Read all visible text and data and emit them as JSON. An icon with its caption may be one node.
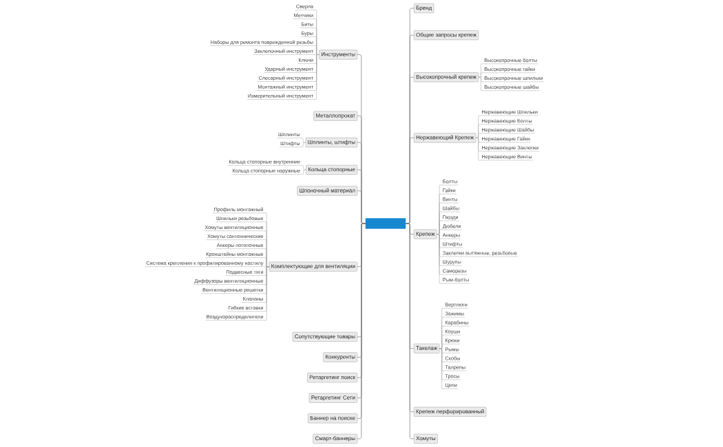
{
  "diagram": {
    "nodes": [
      {
        "text": [],
        "shape": "box"
      },
      {
        "text": [
          "Бренд"
        ]
      },
      {
        "text": [
          "Общие запросы крепеж"
        ]
      },
      {
        "text": [
          "Высокопрочный крепеж"
        ]
      },
      {
        "text": [
          "Высокопрочные болты"
        ]
      },
      {
        "text": [
          "Высокопрочные гайки"
        ]
      },
      {
        "text": [
          "Высокопрочные шпильки"
        ]
      },
      {
        "text": [
          "Высокопрочные шайбы"
        ]
      },
      {
        "text": [
          "Нержавеющий Крепеж"
        ]
      },
      {
        "text": [
          "Нержавеющие Шпильки"
        ]
      },
      {
        "text": [
          "Нержавеющие Болты"
        ]
      },
      {
        "text": [
          "Нержавеющие Шайбы"
        ]
      },
      {
        "text": [
          "Нержавеющие Гайки"
        ]
      },
      {
        "text": [
          "Нержавеющие Заклепки"
        ]
      },
      {
        "text": [
          "Нержавеющие Винты"
        ]
      },
      {
        "text": [
          "Крепеж"
        ]
      },
      {
        "text": [
          "Болты"
        ]
      },
      {
        "text": [
          "Гайки"
        ]
      },
      {
        "text": [
          "Винты"
        ]
      },
      {
        "text": [
          "Шайбы"
        ]
      },
      {
        "text": [
          "Гвозди"
        ]
      },
      {
        "text": [
          "Дюбели"
        ]
      },
      {
        "text": [
          "Анкеры"
        ]
      },
      {
        "text": [
          "Штифты"
        ]
      },
      {
        "text": [
          "Заклепки вытяжные, резьбовые"
        ]
      },
      {
        "text": [
          "Шурупы"
        ]
      },
      {
        "text": [
          "Саморезы"
        ]
      },
      {
        "text": [
          "Рым-болты"
        ]
      },
      {
        "text": [
          "Такелаж"
        ]
      },
      {
        "text": [
          "Вертлюги"
        ]
      },
      {
        "text": [
          "Зажимы"
        ]
      },
      {
        "text": [
          "Карабины"
        ]
      },
      {
        "text": [
          "Коуши"
        ]
      },
      {
        "text": [
          "Крюки"
        ]
      },
      {
        "text": [
          "Рымы"
        ]
      },
      {
        "text": [
          "Скобы"
        ]
      },
      {
        "text": [
          "Талрепы"
        ]
      },
      {
        "text": [
          "Тросы"
        ]
      },
      {
        "text": [
          "Цепи"
        ]
      },
      {
        "text": [
          "Крепеж перфорированный"
        ]
      },
      {
        "text": [
          "Хомуты"
        ]
      },
      {
        "text": [
          "Инструменты"
        ]
      },
      {
        "text": [
          "Сверла"
        ]
      },
      {
        "text": [
          "Метчики"
        ]
      },
      {
        "text": [
          "Биты"
        ]
      },
      {
        "text": [
          "Буры"
        ]
      },
      {
        "text": [
          "Наборы для ремонта поврежденной резьбы"
        ]
      },
      {
        "text": [
          "Заклепочный инструмент"
        ]
      },
      {
        "text": [
          "Ключи"
        ]
      },
      {
        "text": [
          "Ударный инструмент"
        ]
      },
      {
        "text": [
          "Слесарный инструмент"
        ]
      },
      {
        "text": [
          "Монтажный инструмент"
        ]
      },
      {
        "text": [
          "Измерительный инструмент"
        ]
      },
      {
        "text": [
          "Металлопрокат"
        ]
      },
      {
        "text": [
          "Шплинты, штифты"
        ]
      },
      {
        "text": [
          "Шплинты"
        ]
      },
      {
        "text": [
          "Штифты"
        ]
      },
      {
        "text": [
          "Кольца стопорные"
        ]
      },
      {
        "text": [
          "Кольца стопорные внутренние"
        ]
      },
      {
        "text": [
          "Кольца стопорные наружные"
        ]
      },
      {
        "text": [
          "Шпоночный материал"
        ]
      },
      {
        "text": [
          "Комплектующие для вентиляции"
        ]
      },
      {
        "text": [
          "Профиль монтажный"
        ]
      },
      {
        "text": [
          "Шпильки резьбовые"
        ]
      },
      {
        "text": [
          "Хомуты вентиляционные"
        ]
      },
      {
        "text": [
          "Хомуты сантехнические"
        ]
      },
      {
        "text": [
          "Анкеры потолочные"
        ]
      },
      {
        "text": [
          "Кронштейны монтажные"
        ]
      },
      {
        "text": [
          "Система крепления к профилированному настилу"
        ]
      },
      {
        "text": [
          "Подвесные тяги"
        ]
      },
      {
        "text": [
          "Диффузоры вентиляционные"
        ]
      },
      {
        "text": [
          "Вентиляционные решетки"
        ]
      },
      {
        "text": [
          "Клапаны"
        ]
      },
      {
        "text": [
          "Гибкие вставки"
        ]
      },
      {
        "text": [
          "Воздухораспределители"
        ]
      },
      {
        "text": [
          "Сопутствующие товары"
        ]
      },
      {
        "text": [
          "Конкуренты"
        ]
      },
      {
        "text": [
          "Ретаргетинг поиск"
        ]
      },
      {
        "text": [
          "Ретаргетинг Сети"
        ]
      },
      {
        "text": [
          "Баннер на поиске"
        ]
      },
      {
        "text": [
          "Смарт-баннеры"
        ]
      }
    ],
    "edges": [
      {
        "from": 0,
        "to": 1,
        "arrow": "none"
      },
      {
        "from": 0,
        "to": 2,
        "arrow": "none"
      },
      {
        "from": 0,
        "to": 3,
        "arrow": "none"
      },
      {
        "from": 3,
        "to": 4,
        "arrow": "none"
      },
      {
        "from": 3,
        "to": 5,
        "arrow": "none"
      },
      {
        "from": 3,
        "to": 6,
        "arrow": "none"
      },
      {
        "from": 3,
        "to": 7,
        "arrow": "none"
      },
      {
        "from": 0,
        "to": 8,
        "arrow": "none"
      },
      {
        "from": 8,
        "to": 9,
        "arrow": "none"
      },
      {
        "from": 8,
        "to": 10,
        "arrow": "none"
      },
      {
        "from": 8,
        "to": 11,
        "arrow": "none"
      },
      {
        "from": 8,
        "to": 12,
        "arrow": "none"
      },
      {
        "from": 8,
        "to": 13,
        "arrow": "none"
      },
      {
        "from": 8,
        "to": 14,
        "arrow": "none"
      },
      {
        "from": 0,
        "to": 15,
        "arrow": "none"
      },
      {
        "from": 15,
        "to": 16,
        "arrow": "none"
      },
      {
        "from": 15,
        "to": 17,
        "arrow": "none"
      },
      {
        "from": 15,
        "to": 18,
        "arrow": "none"
      },
      {
        "from": 15,
        "to": 19,
        "arrow": "none"
      },
      {
        "from": 15,
        "to": 20,
        "arrow": "none"
      },
      {
        "from": 15,
        "to": 21,
        "arrow": "none"
      },
      {
        "from": 15,
        "to": 22,
        "arrow": "none"
      },
      {
        "from": 15,
        "to": 23,
        "arrow": "none"
      },
      {
        "from": 15,
        "to": 24,
        "arrow": "none"
      },
      {
        "from": 15,
        "to": 25,
        "arrow": "none"
      },
      {
        "from": 15,
        "to": 26,
        "arrow": "none"
      },
      {
        "from": 15,
        "to": 27,
        "arrow": "none"
      },
      {
        "from": 0,
        "to": 28,
        "arrow": "none"
      },
      {
        "from": 28,
        "to": 29,
        "arrow": "none"
      },
      {
        "from": 28,
        "to": 30,
        "arrow": "none"
      },
      {
        "from": 28,
        "to": 31,
        "arrow": "none"
      },
      {
        "from": 28,
        "to": 32,
        "arrow": "none"
      },
      {
        "from": 28,
        "to": 33,
        "arrow": "none"
      },
      {
        "from": 28,
        "to": 34,
        "arrow": "none"
      },
      {
        "from": 28,
        "to": 35,
        "arrow": "none"
      },
      {
        "from": 28,
        "to": 36,
        "arrow": "none"
      },
      {
        "from": 28,
        "to": 37,
        "arrow": "none"
      },
      {
        "from": 28,
        "to": 38,
        "arrow": "none"
      },
      {
        "from": 0,
        "to": 39,
        "arrow": "none"
      },
      {
        "from": 0,
        "to": 40,
        "arrow": "none"
      },
      {
        "from": 0,
        "to": 41,
        "arrow": "none"
      },
      {
        "from": 41,
        "to": 42,
        "arrow": "none"
      },
      {
        "from": 41,
        "to": 43,
        "arrow": "none"
      },
      {
        "from": 41,
        "to": 44,
        "arrow": "none"
      },
      {
        "from": 41,
        "to": 45,
        "arrow": "none"
      },
      {
        "from": 41,
        "to": 46,
        "arrow": "none"
      },
      {
        "from": 41,
        "to": 47,
        "arrow": "none"
      },
      {
        "from": 41,
        "to": 48,
        "arrow": "none"
      },
      {
        "from": 41,
        "to": 49,
        "arrow": "none"
      },
      {
        "from": 41,
        "to": 50,
        "arrow": "none"
      },
      {
        "from": 41,
        "to": 51,
        "arrow": "none"
      },
      {
        "from": 41,
        "to": 52,
        "arrow": "none"
      },
      {
        "from": 0,
        "to": 53,
        "arrow": "none"
      },
      {
        "from": 0,
        "to": 54,
        "arrow": "none"
      },
      {
        "from": 54,
        "to": 55,
        "arrow": "none"
      },
      {
        "from": 54,
        "to": 56,
        "arrow": "none"
      },
      {
        "from": 0,
        "to": 57,
        "arrow": "none"
      },
      {
        "from": 57,
        "to": 58,
        "arrow": "none"
      },
      {
        "from": 57,
        "to": 59,
        "arrow": "none"
      },
      {
        "from": 0,
        "to": 60,
        "arrow": "none"
      },
      {
        "from": 0,
        "to": 61,
        "arrow": "none"
      },
      {
        "from": 61,
        "to": 62,
        "arrow": "none"
      },
      {
        "from": 61,
        "to": 63,
        "arrow": "none"
      },
      {
        "from": 61,
        "to": 64,
        "arrow": "none"
      },
      {
        "from": 61,
        "to": 65,
        "arrow": "none"
      },
      {
        "from": 61,
        "to": 66,
        "arrow": "none"
      },
      {
        "from": 61,
        "to": 67,
        "arrow": "none"
      },
      {
        "from": 61,
        "to": 68,
        "arrow": "none"
      },
      {
        "from": 61,
        "to": 69,
        "arrow": "none"
      },
      {
        "from": 61,
        "to": 70,
        "arrow": "none"
      },
      {
        "from": 61,
        "to": 71,
        "arrow": "none"
      },
      {
        "from": 61,
        "to": 72,
        "arrow": "none"
      },
      {
        "from": 61,
        "to": 73,
        "arrow": "none"
      },
      {
        "from": 61,
        "to": 74,
        "arrow": "none"
      },
      {
        "from": 0,
        "to": 75,
        "arrow": "none"
      },
      {
        "from": 0,
        "to": 76,
        "arrow": "none"
      },
      {
        "from": 0,
        "to": 77,
        "arrow": "none"
      },
      {
        "from": 0,
        "to": 78,
        "arrow": "none"
      },
      {
        "from": 0,
        "to": 79,
        "arrow": "none"
      },
      {
        "from": 0,
        "to": 80,
        "arrow": "none"
      }
    ]
  }
}
